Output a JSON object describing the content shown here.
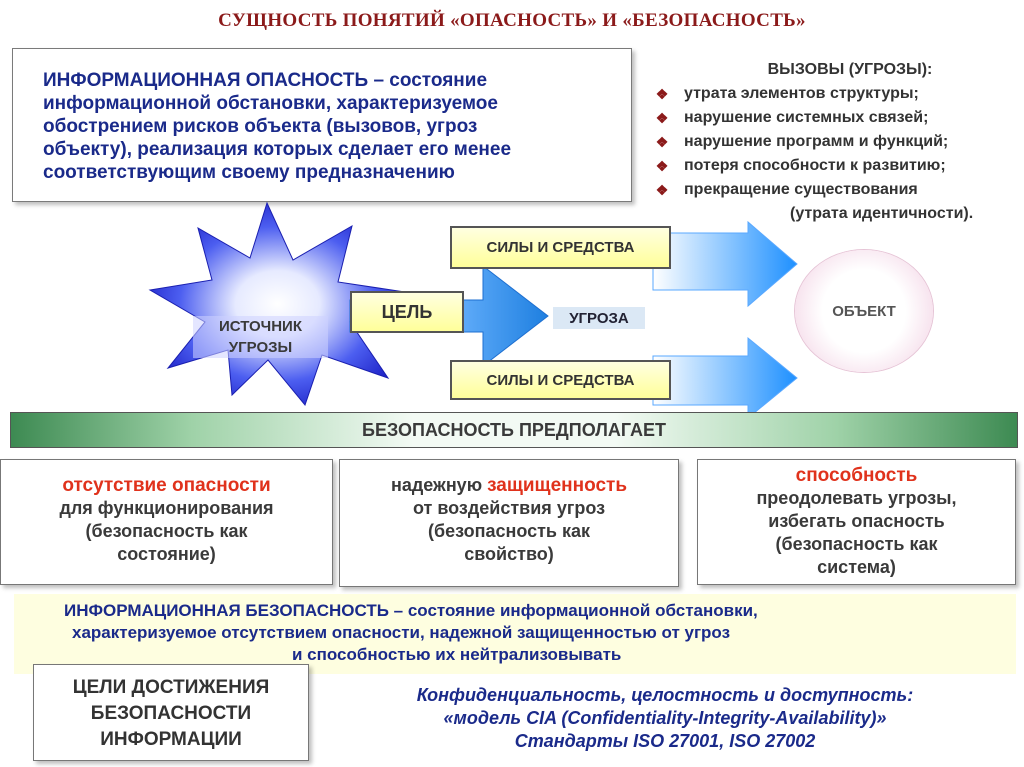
{
  "title": "СУЩНОСТЬ ПОНЯТИЙ «ОПАСНОСТЬ» И «БЕЗОПАСНОСТЬ»",
  "danger_definition": {
    "term": "ИНФОРМАЦИОННАЯ ОПАСНОСТЬ",
    "lines": [
      " – состояние",
      "информационной обстановки, характеризуемое",
      "обострением рисков объекта (вызовов, угроз",
      "объекту), реализация которых сделает его менее",
      "соответствующим своему предназначению"
    ]
  },
  "challenges": {
    "heading": "ВЫЗОВЫ (УГРОЗЫ):",
    "items": [
      "утрата элементов структуры;",
      "нарушение системных связей;",
      "нарушение программ и функций;",
      "потеря способности к  развитию;",
      "прекращение существования"
    ],
    "continuation": "(утрата идентичности)."
  },
  "diagram": {
    "source_line1": "ИСТОЧНИК",
    "source_line2": "УГРОЗЫ",
    "goal": "ЦЕЛЬ",
    "forces_top": "СИЛЫ И СРЕДСТВА",
    "forces_bottom": "СИЛЫ И СРЕДСТВА",
    "threat": "УГРОЗА",
    "object": "ОБЪЕКТ",
    "colors": {
      "burst": "#2a2fd6",
      "arrow": "#1e90ff",
      "label_fill": "#ffff9a"
    }
  },
  "security_bar": "БЕЗОПАСНОСТЬ  ПРЕДПОЛАГАЕТ",
  "cards": [
    {
      "highlight": "отсутствие опасности",
      "lines": [
        "для функционирования",
        "(безопасность как",
        "состояние)"
      ]
    },
    {
      "pre": "надежную ",
      "highlight": "защищенность",
      "lines": [
        "от воздействия угроз",
        "(безопасность как",
        "свойство)"
      ]
    },
    {
      "highlight": "способность",
      "lines": [
        "преодолевать угрозы,",
        "избегать опасность",
        "(безопасность как",
        "система)"
      ]
    }
  ],
  "security_definition": {
    "term": "ИНФОРМАЦИОННАЯ БЕЗОПАСНОСТЬ",
    "line1_rest": " – состояние информационной обстановки,",
    "line2": "характеризуемое отсутствием опасности, надежной защищенностью от угроз",
    "line3": "и способностью их нейтрализовывать"
  },
  "goals_box": [
    "ЦЕЛИ ДОСТИЖЕНИЯ",
    "БЕЗОПАСНОСТИ",
    "ИНФОРМАЦИИ"
  ],
  "cia": {
    "line1": "Конфиденциальность, целостность и доступность:",
    "line2": "«модель  CIA  (Confidentiality-Integrity-Availability)»",
    "line3": "Стандарты ISO  27001, ISO 27002"
  }
}
